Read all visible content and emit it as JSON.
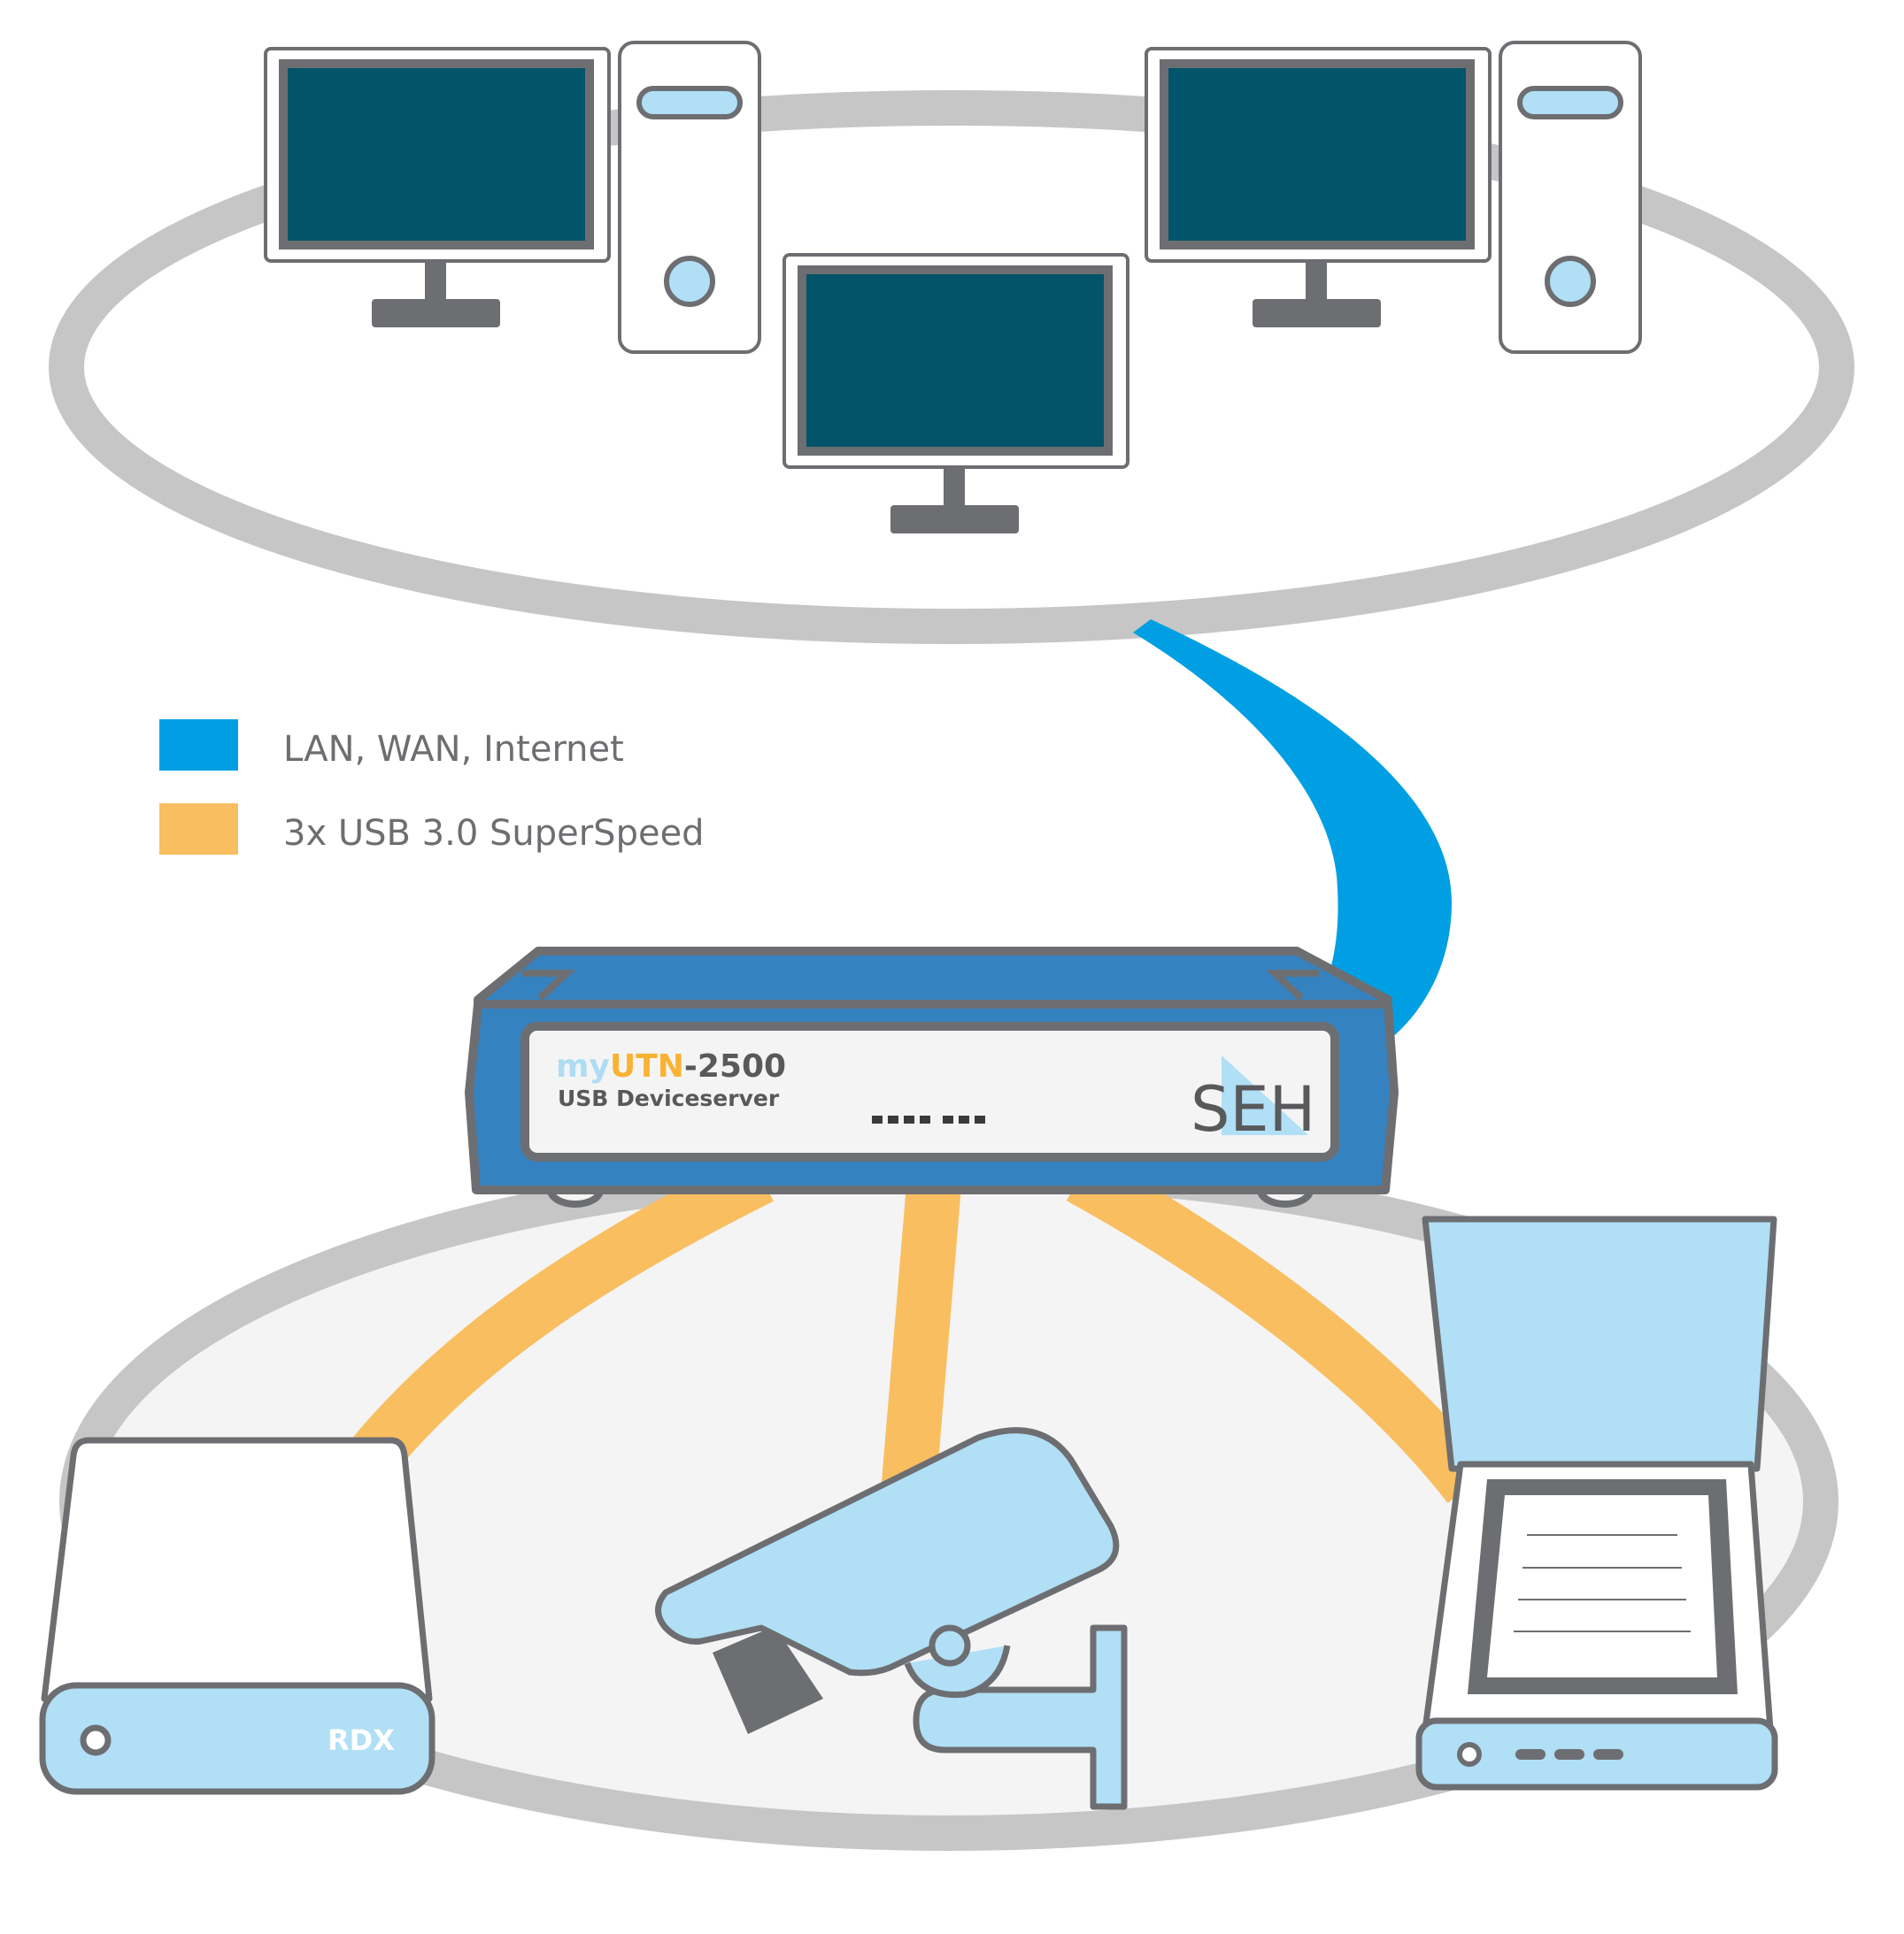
{
  "legend": {
    "items": [
      {
        "label": "LAN, WAN, Internet",
        "color": "#009fe3"
      },
      {
        "label": "3x USB 3.0 SuperSpeed",
        "color": "#f9be5f"
      }
    ]
  },
  "device": {
    "name_my": "my",
    "name_utn": "UTN",
    "name_model": "-2500",
    "subtitle": "USB Deviceserver",
    "logo": "SEH",
    "port_dots": ".... ...",
    "brand_colors": {
      "my": "#aedcf4",
      "utn": "#f9b233",
      "model": "#58595b"
    }
  },
  "computers": [
    {
      "kind": "monitor-and-tower"
    },
    {
      "kind": "monitor"
    },
    {
      "kind": "monitor-and-tower"
    }
  ],
  "usb_devices": [
    {
      "kind": "rdx-drive-icon",
      "label": "RDX"
    },
    {
      "kind": "security-camera-icon"
    },
    {
      "kind": "scanner-icon"
    }
  ],
  "colors": {
    "lan": "#009fe3",
    "usb": "#f9be5f",
    "screen": "#015469",
    "outline": "#6d6e71",
    "light_blue": "#b0dff6",
    "server_blue": "#3582c1",
    "ring": "#c6c6c6",
    "ring_fill": "#f4f4f4"
  }
}
